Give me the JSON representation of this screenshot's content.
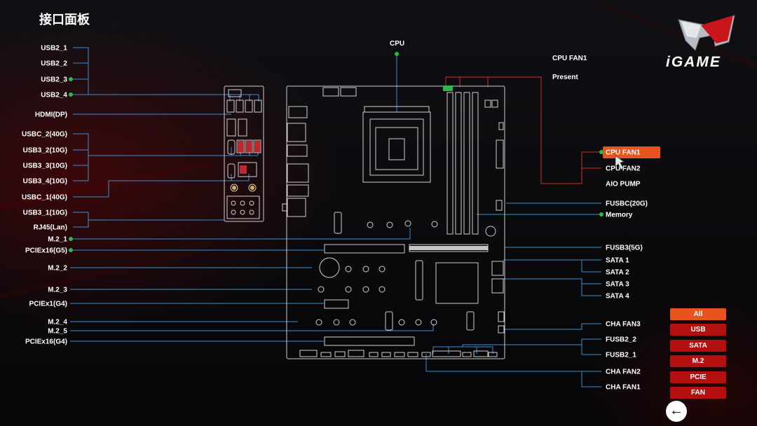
{
  "title": "接口面板",
  "brand": {
    "wordmark": "iGAME",
    "logo_icon": "igame-shield-logo-icon"
  },
  "cpu_label": "CPU",
  "cpu_fan_info": {
    "name": "CPU FAN1",
    "status": "Present"
  },
  "left_labels": [
    {
      "text": "USB2_1",
      "dot": false
    },
    {
      "text": "USB2_2",
      "dot": false
    },
    {
      "text": "USB2_3",
      "dot": true
    },
    {
      "text": "USB2_4",
      "dot": true
    },
    {
      "text": "HDMI(DP)",
      "dot": false
    },
    {
      "text": "USBC_2(40G)",
      "dot": false
    },
    {
      "text": "USB3_2(10G)",
      "dot": false
    },
    {
      "text": "USB3_3(10G)",
      "dot": false
    },
    {
      "text": "USB3_4(10G)",
      "dot": false
    },
    {
      "text": "USBC_1(40G)",
      "dot": false
    },
    {
      "text": "USB3_1(10G)",
      "dot": false
    },
    {
      "text": "RJ45(Lan)",
      "dot": false
    },
    {
      "text": "M.2_1",
      "dot": true
    },
    {
      "text": "PCIEx16(G5)",
      "dot": true
    },
    {
      "text": "M.2_2",
      "dot": false
    },
    {
      "text": "M.2_3",
      "dot": false
    },
    {
      "text": "PCIEx1(G4)",
      "dot": false
    },
    {
      "text": "M.2_4",
      "dot": false
    },
    {
      "text": "M.2_5",
      "dot": false
    },
    {
      "text": "PCIEx16(G4)",
      "dot": false
    }
  ],
  "right_labels": [
    {
      "text": "CPU FAN1",
      "dot": true,
      "highlight": true
    },
    {
      "text": "CPU FAN2",
      "dot": false,
      "highlight": false
    },
    {
      "text": "AIO PUMP",
      "dot": false,
      "highlight": false
    },
    {
      "text": "FUSBC(20G)",
      "dot": false,
      "highlight": false
    },
    {
      "text": "Memory",
      "dot": true,
      "highlight": false
    },
    {
      "text": "FUSB3(5G)",
      "dot": false,
      "highlight": false
    },
    {
      "text": "SATA 1",
      "dot": false,
      "highlight": false
    },
    {
      "text": "SATA 2",
      "dot": false,
      "highlight": false
    },
    {
      "text": "SATA 3",
      "dot": false,
      "highlight": false
    },
    {
      "text": "SATA 4",
      "dot": false,
      "highlight": false
    },
    {
      "text": "CHA FAN3",
      "dot": false,
      "highlight": false
    },
    {
      "text": "FUSB2_2",
      "dot": false,
      "highlight": false
    },
    {
      "text": "FUSB2_1",
      "dot": false,
      "highlight": false
    },
    {
      "text": "CHA FAN2",
      "dot": false,
      "highlight": false
    },
    {
      "text": "CHA FAN1",
      "dot": false,
      "highlight": false
    }
  ],
  "filters": [
    {
      "label": "All",
      "active": true
    },
    {
      "label": "USB",
      "active": false
    },
    {
      "label": "SATA",
      "active": false
    },
    {
      "label": "M.2",
      "active": false
    },
    {
      "label": "PCIE",
      "active": false
    },
    {
      "label": "FAN",
      "active": false
    }
  ],
  "back_icon": "back-arrow-icon",
  "colors": {
    "line_blue": "#3a8fd0",
    "line_red": "#d22b2b",
    "dot_green": "#2fb84a",
    "highlight_orange": "#e8541e",
    "filter_red": "#b3100f",
    "board_outline": "#cfcfcf"
  }
}
